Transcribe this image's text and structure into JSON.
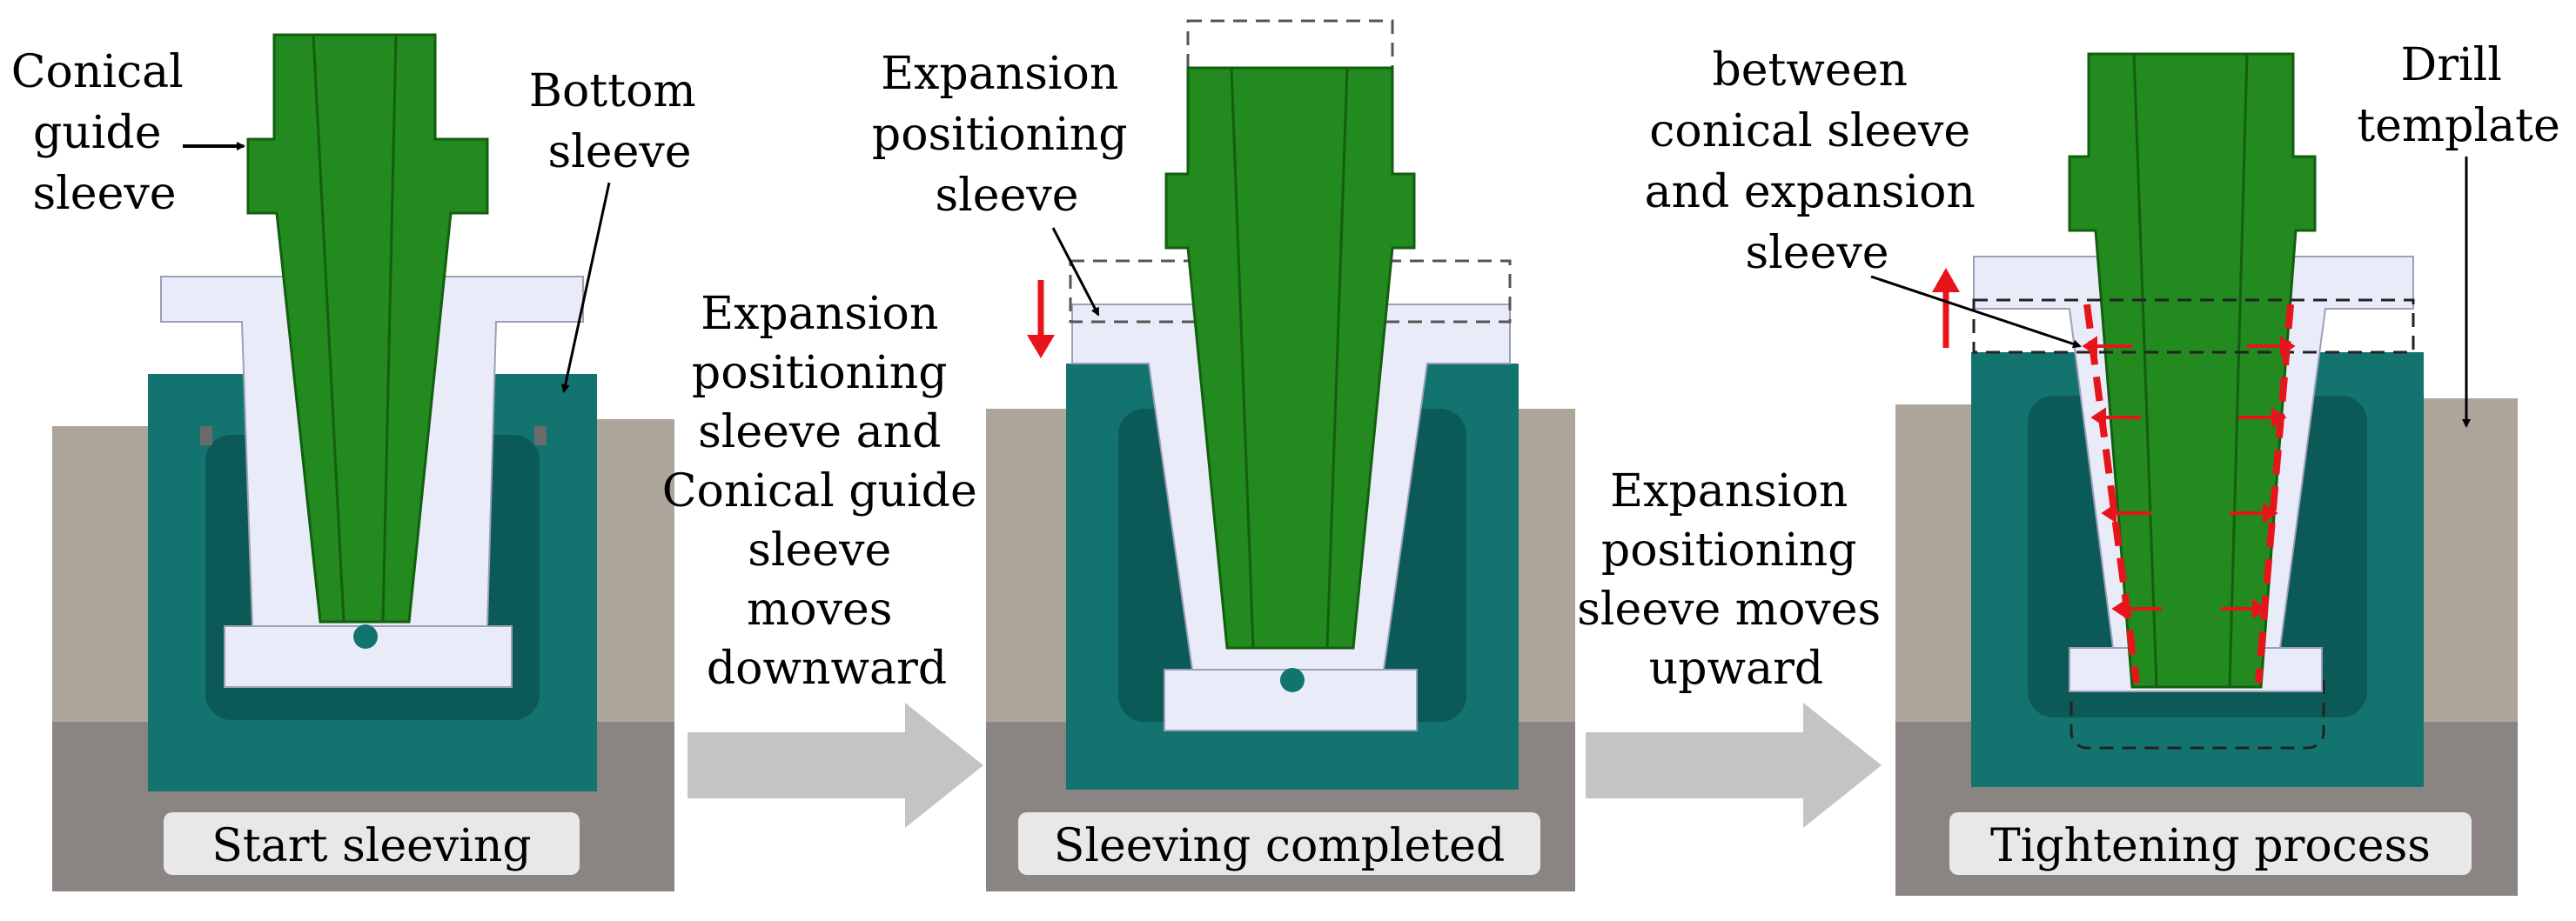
{
  "colors": {
    "ground": "#8a8582",
    "plate": "#ada49a",
    "bottom_sleeve": "#13736f",
    "bottom_sleeve_dark": "#0c5a57",
    "guide_sleeve": "#228a1f",
    "guide_sleeve_dark": "#135f10",
    "expansion_sleeve": "#e9ecf8",
    "arrow_gray": "#c4c4c4",
    "caption_bg": "#e8e8e8",
    "force_red": "#e8141c"
  },
  "panels": [
    {
      "caption": "Start sleeving",
      "labels": {
        "conical_guide": [
          "Conical",
          "guide",
          "sleeve"
        ],
        "bottom_sleeve": [
          "Bottom",
          "sleeve"
        ]
      }
    },
    {
      "caption": "Sleeving completed",
      "labels": {
        "expansion_positioning": [
          "Expansion",
          "positioning",
          "sleeve"
        ]
      }
    },
    {
      "caption": "Tightening process",
      "labels": {
        "between": [
          "between",
          "conical sleeve",
          "and expansion",
          "sleeve"
        ],
        "drill_template": [
          "Drill",
          "template"
        ]
      }
    }
  ],
  "transitions": [
    {
      "text": [
        "Expansion",
        "positioning",
        "sleeve and",
        "Conical guide",
        "sleeve",
        "moves",
        "downward"
      ],
      "icon": "right-arrow-icon"
    },
    {
      "text": [
        "Expansion",
        "positioning",
        "sleeve moves",
        "upward"
      ],
      "icon": "right-arrow-icon"
    }
  ]
}
